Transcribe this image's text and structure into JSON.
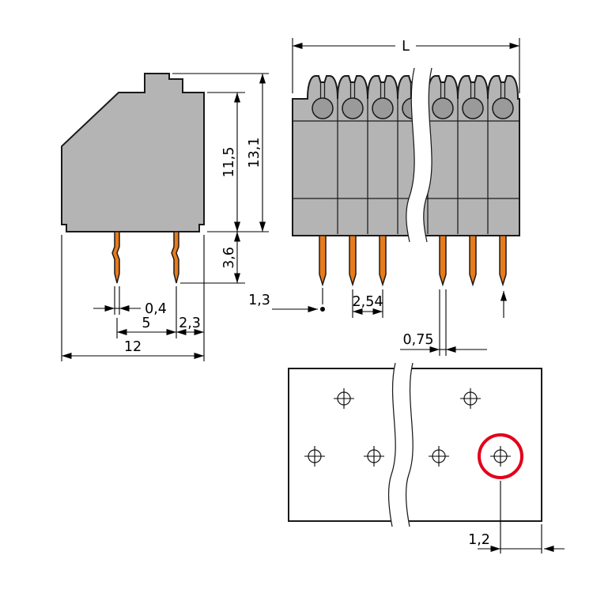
{
  "colors": {
    "body_gray": "#b4b4b4",
    "detail_gray": "#9a9a9a",
    "pin_orange": "#e87b1a",
    "highlight_red": "#e2001a"
  },
  "side_view": {
    "dim_body_height": "11,5",
    "dim_total_height": "13,1",
    "dim_pin_length": "3,6",
    "dim_pin_width": "0,4",
    "dim_pin_spacing": "5",
    "dim_edge_offset": "2,3",
    "dim_depth": "12"
  },
  "front_view": {
    "dim_length": "L",
    "dim_pin_offset": "1,3",
    "dim_pitch": "2,54",
    "dim_pin_width": "0,75"
  },
  "drilling_plan": {
    "dim_hole_offset": "1,2"
  }
}
